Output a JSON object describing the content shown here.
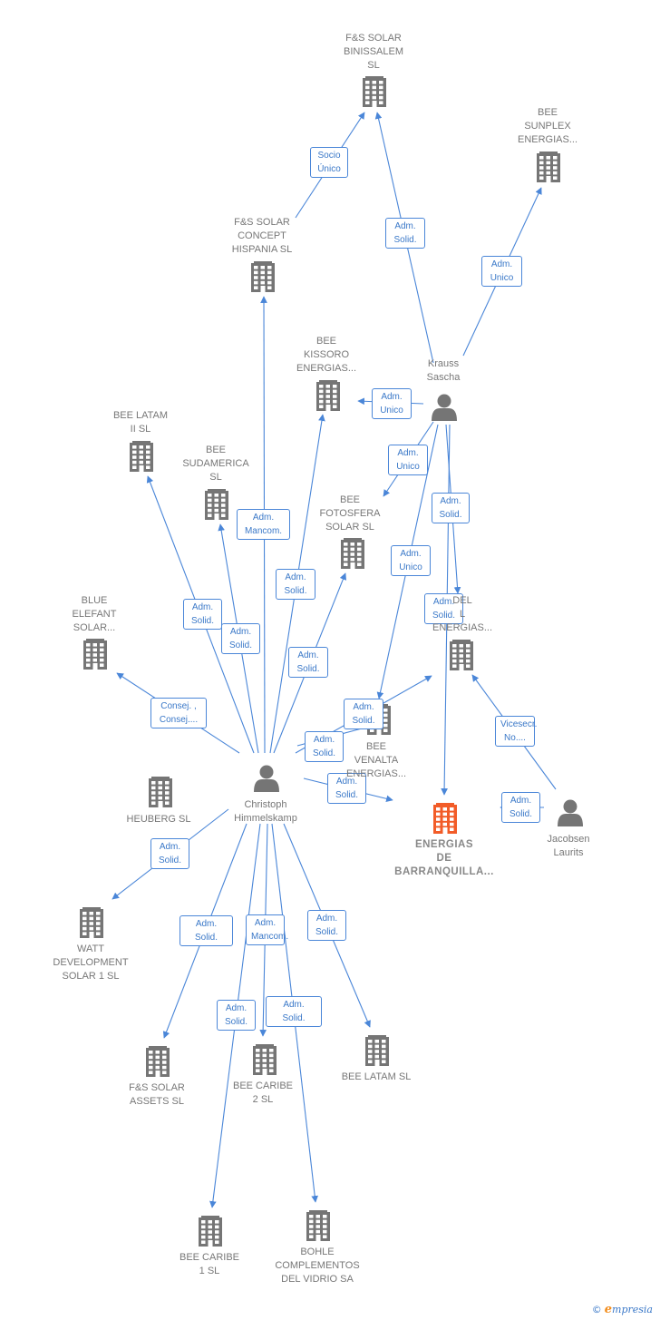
{
  "colors": {
    "edge": "#4a86d8",
    "company": "#757575",
    "main_company": "#f25c28",
    "person": "#757575"
  },
  "nodes": [
    {
      "id": "fs_solar_binissalem",
      "kind": "company",
      "label": "F&S SOLAR\nBINISSALEM\nSL"
    },
    {
      "id": "bee_sunplex",
      "kind": "company",
      "label": "BEE\nSUNPLEX\nENERGIAS..."
    },
    {
      "id": "fs_solar_concept",
      "kind": "company",
      "label": "F&S SOLAR\nCONCEPT\nHISPANIA  SL"
    },
    {
      "id": "bee_kissoro",
      "kind": "company",
      "label": "BEE\nKISSORO\nENERGIAS..."
    },
    {
      "id": "krauss_sascha",
      "kind": "person",
      "label": "Krauss\nSascha"
    },
    {
      "id": "bee_latam_ii",
      "kind": "company",
      "label": "BEE LATAM\nII  SL"
    },
    {
      "id": "bee_sudamerica",
      "kind": "company",
      "label": "BEE\nSUDAMERICA\nSL"
    },
    {
      "id": "bee_fotosfera",
      "kind": "company",
      "label": "BEE\nFOTOSFERA\nSOLAR  SL"
    },
    {
      "id": "bee_del_energias",
      "kind": "company",
      "label": "DEL\nL\nENERGIAS..."
    },
    {
      "id": "blue_elefant",
      "kind": "company",
      "label": "BLUE\nELEFANT\nSOLAR..."
    },
    {
      "id": "bee_venalta",
      "kind": "company",
      "label": "BEE\nVENALTA\nENERGIAS..."
    },
    {
      "id": "heuberg",
      "kind": "company",
      "label": "HEUBERG  SL"
    },
    {
      "id": "christoph",
      "kind": "person",
      "label": "Christoph\nHimmelskamp"
    },
    {
      "id": "energias_barranquilla",
      "kind": "main",
      "label": "ENERGIAS\nDE\nBARRANQUILLA..."
    },
    {
      "id": "jacobsen_laurits",
      "kind": "person",
      "label": "Jacobsen\nLaurits"
    },
    {
      "id": "watt_development",
      "kind": "company",
      "label": "WATT\nDEVELOPMENT\nSOLAR 1  SL"
    },
    {
      "id": "fs_solar_assets",
      "kind": "company",
      "label": "F&S SOLAR\nASSETS  SL"
    },
    {
      "id": "bee_caribe_2",
      "kind": "company",
      "label": "BEE CARIBE\n2  SL"
    },
    {
      "id": "bee_latam",
      "kind": "company",
      "label": "BEE LATAM  SL"
    },
    {
      "id": "bee_caribe_1",
      "kind": "company",
      "label": "BEE CARIBE\n1  SL"
    },
    {
      "id": "bohle",
      "kind": "company",
      "label": "BOHLE\nCOMPLEMENTOS\nDEL VIDRIO SA"
    }
  ],
  "edges": [
    {
      "from": "fs_solar_concept",
      "to": "fs_solar_binissalem",
      "label": "Socio\nÚnico"
    },
    {
      "from": "krauss_sascha",
      "to": "fs_solar_binissalem",
      "label": "Adm.\nSolid."
    },
    {
      "from": "krauss_sascha",
      "to": "bee_sunplex",
      "label": "Adm.\nUnico"
    },
    {
      "from": "krauss_sascha",
      "to": "bee_kissoro",
      "label": "Adm.\nUnico"
    },
    {
      "from": "krauss_sascha",
      "to": "bee_fotosfera",
      "label": "Adm.\nUnico"
    },
    {
      "from": "krauss_sascha",
      "to": "bee_venalta",
      "label": "Adm.\nUnico"
    },
    {
      "from": "krauss_sascha",
      "to": "bee_del_energias",
      "label": "Adm.\nSolid."
    },
    {
      "from": "krauss_sascha",
      "to": "energias_barranquilla",
      "label": "Adm.\nSolid."
    },
    {
      "from": "christoph",
      "to": "fs_solar_concept",
      "label": "Adm.\nMancom."
    },
    {
      "from": "christoph",
      "to": "bee_kissoro",
      "label": "Adm.\nSolid."
    },
    {
      "from": "christoph",
      "to": "bee_latam_ii",
      "label": "Adm.\nSolid."
    },
    {
      "from": "christoph",
      "to": "bee_sudamerica",
      "label": "Adm.\nSolid."
    },
    {
      "from": "christoph",
      "to": "bee_fotosfera",
      "label": "Adm.\nSolid."
    },
    {
      "from": "christoph",
      "to": "blue_elefant",
      "label": "Consej. ,\nConsej...."
    },
    {
      "from": "christoph",
      "to": "bee_del_energias",
      "label": "Adm.\nSolid."
    },
    {
      "from": "christoph",
      "to": "bee_venalta",
      "label": "Adm.\nSolid."
    },
    {
      "from": "christoph",
      "to": "energias_barranquilla",
      "label": "Adm.\nSolid."
    },
    {
      "from": "christoph",
      "to": "heuberg",
      "label": "Adm.\nSolid."
    },
    {
      "from": "christoph",
      "to": "watt_development",
      "label": "Adm.\nSolid."
    },
    {
      "from": "christoph",
      "to": "fs_solar_assets",
      "label": "Adm.\nMancom."
    },
    {
      "from": "christoph",
      "to": "bee_caribe_2",
      "label": "Adm.\nSolid."
    },
    {
      "from": "christoph",
      "to": "bee_latam",
      "label": "Adm.\nSolid."
    },
    {
      "from": "christoph",
      "to": "bee_caribe_1",
      "label": "Adm.\nSolid."
    },
    {
      "from": "christoph",
      "to": "bohle",
      "label": "Vicesecr.\nNo...."
    },
    {
      "from": "jacobsen_laurits",
      "to": "bee_del_energias",
      "label": "Adm.\nSolid."
    },
    {
      "from": "jacobsen_laurits",
      "to": "energias_barranquilla",
      "label": "Adm.\nSolid."
    }
  ],
  "footer": {
    "copyright": "©",
    "brand_initial": "e",
    "brand_rest": "mpresia"
  }
}
